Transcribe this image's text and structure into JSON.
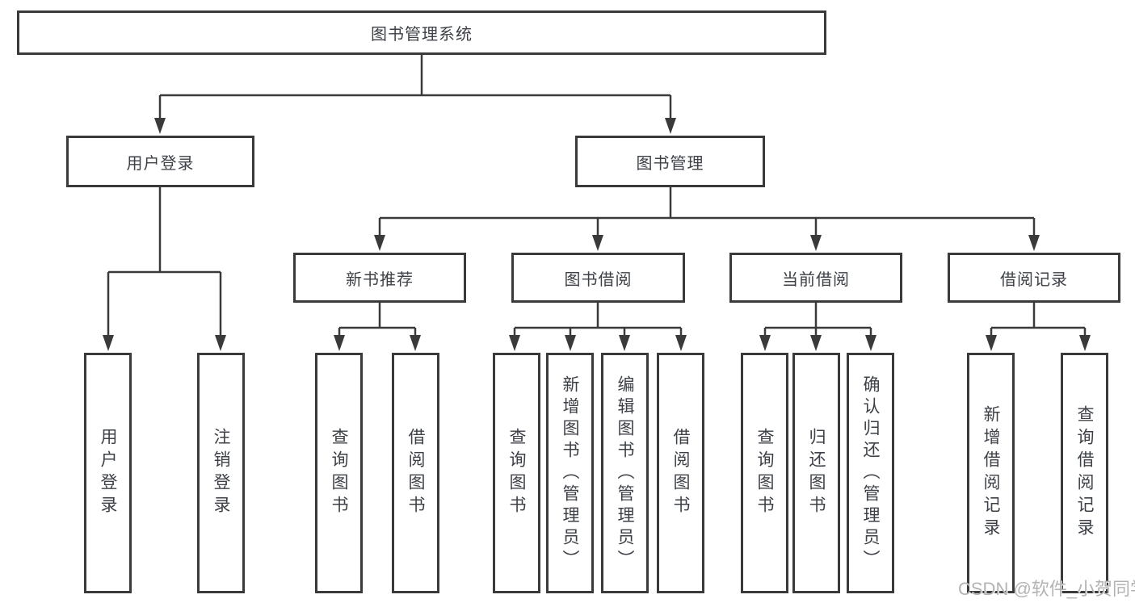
{
  "diagram": {
    "root": {
      "label": "图书管理系统"
    },
    "level2": [
      {
        "label": "用户登录"
      },
      {
        "label": "图书管理"
      }
    ],
    "level3": [
      {
        "label": "新书推荐"
      },
      {
        "label": "图书借阅"
      },
      {
        "label": "当前借阅"
      },
      {
        "label": "借阅记录"
      }
    ],
    "leaves": [
      {
        "label": "用户登录"
      },
      {
        "label": "注销登录"
      },
      {
        "label": "查询图书"
      },
      {
        "label": "借阅图书"
      },
      {
        "label": "查询图书"
      },
      {
        "label": "新增图书（管理员）"
      },
      {
        "label": "编辑图书（管理员）"
      },
      {
        "label": "借阅图书"
      },
      {
        "label": "查询图书"
      },
      {
        "label": "归还图书"
      },
      {
        "label": "确认归还（管理员）"
      },
      {
        "label": "新增借阅记录"
      },
      {
        "label": "查询借阅记录"
      }
    ]
  },
  "watermark": {
    "text": "CSDN @软件_小贺同学"
  },
  "colors": {
    "line": "#3a3a3a",
    "box_border": "#3a3a3a",
    "text": "#3d4147",
    "background": "#ffffff",
    "watermark": "#b3b3b3"
  }
}
